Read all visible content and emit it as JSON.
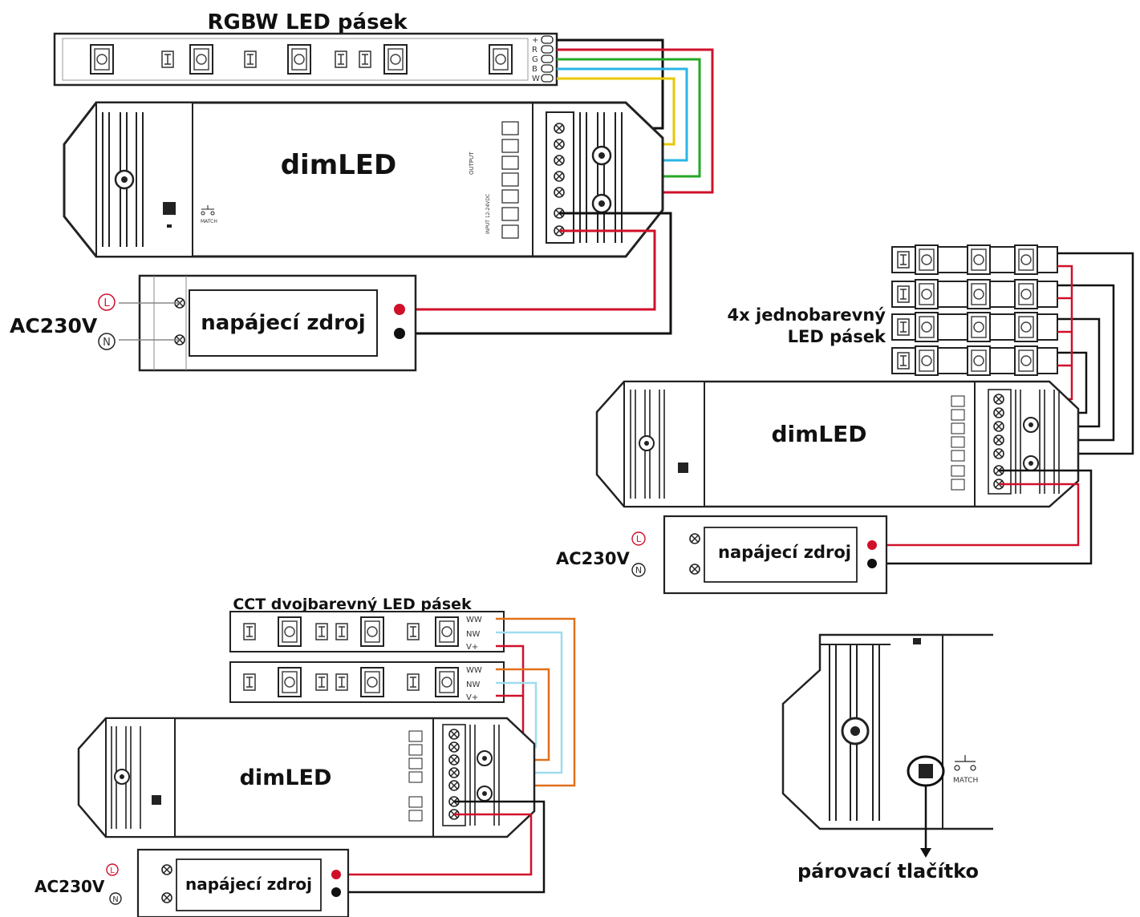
{
  "colors": {
    "red": "#d0102a",
    "black": "#111111",
    "yellow": "#e8c800",
    "cyan": "#2ab4e6",
    "green": "#25a825",
    "orange": "#e0701a",
    "lightblue": "#9fdcef",
    "outline": "#222222"
  },
  "rgbw": {
    "strip_title": "RGBW LED pásek",
    "strip_pins": [
      "+",
      "R",
      "G",
      "B",
      "W"
    ],
    "controller_label": "dimLED",
    "psu_label": "napájecí zdroj",
    "ac_label": "AC230V",
    "live_symbol": "L",
    "neutral_symbol": "N"
  },
  "mono": {
    "strip_label_line1": "4x jednobarevný",
    "strip_label_line2": "LED pásek",
    "controller_label": "dimLED",
    "psu_label": "napájecí zdroj",
    "ac_label": "AC230V",
    "live_symbol": "L",
    "neutral_symbol": "N"
  },
  "cct": {
    "strip_title": "CCT dvojbarevný LED pásek",
    "strip_pins": [
      "WW",
      "NW",
      "V+"
    ],
    "controller_label": "dimLED",
    "psu_label": "napájecí zdroj",
    "ac_label": "AC230V",
    "live_symbol": "L",
    "neutral_symbol": "N"
  },
  "detail": {
    "match_label": "MATCH",
    "button_label": "párovací tlačítko"
  },
  "controller_small": {
    "output_label": "OUTPUT",
    "input_label": "INPUT 12-24VDC",
    "match_label": "MATCH"
  }
}
